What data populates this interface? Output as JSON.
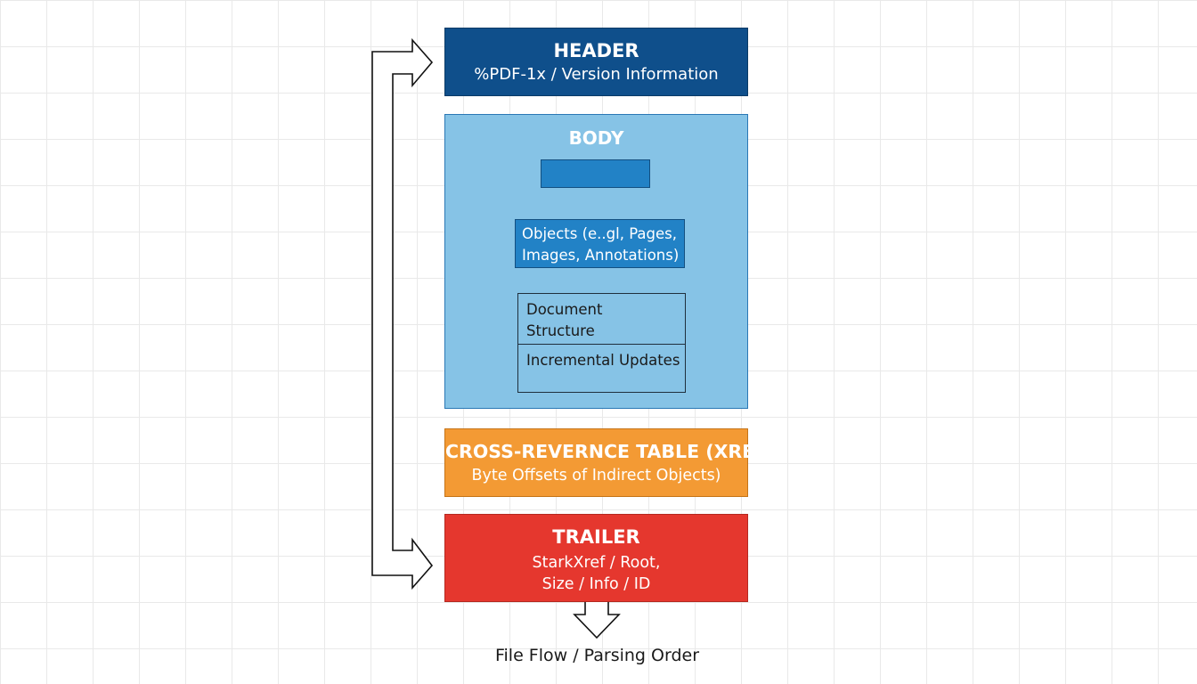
{
  "header": {
    "title": "HEADER",
    "subtitle": "%PDF-1x / Version Information",
    "color": "#0f4f8b"
  },
  "body": {
    "title": "BODY",
    "color": "#86c3e6",
    "objects": {
      "line1": "Objects (e..gl, Pages,",
      "line2": "Images, Annotations)"
    },
    "document_structure": {
      "line1": "Document",
      "line2": "Structure"
    },
    "incremental_updates": "Incremental Updates"
  },
  "xref": {
    "title": "CROSS-REVERNCE TABLE (XREF",
    "subtitle": "Byte Offsets of Indirect Objects)",
    "color": "#f39a34"
  },
  "trailer": {
    "title": "TRAILER",
    "line1": "StarkXref / Root,",
    "line2": "Size / Info / ID",
    "color": "#e5372e"
  },
  "caption": "File Flow / Parsing Order"
}
